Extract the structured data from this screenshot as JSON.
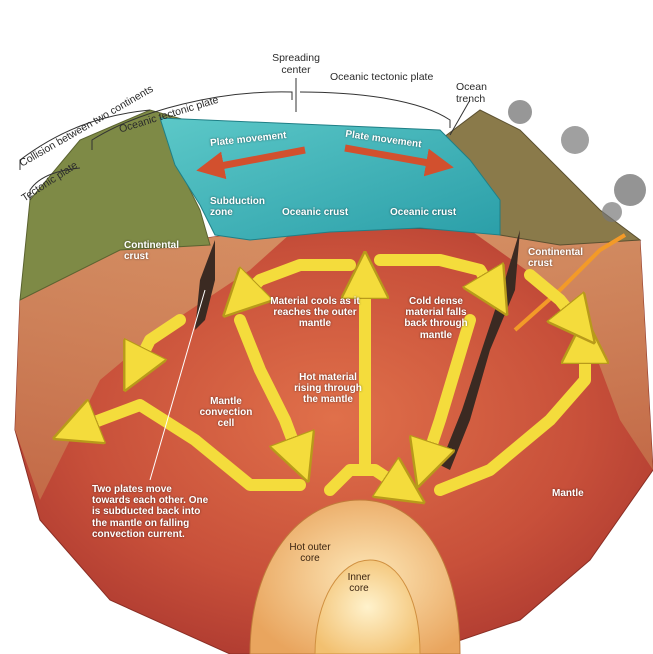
{
  "labels": {
    "spreading_center": "Spreading center",
    "oceanic_plate_left": "Oceanic tectonic plate",
    "oceanic_plate_right": "Oceanic tectonic plate",
    "ocean_trench": "Ocean trench",
    "collision": "Collision between two continents",
    "tectonic_plate": "Tectonic plate",
    "plate_movement_left": "Plate movement",
    "plate_movement_right": "Plate movement",
    "subduction_zone": "Subduction zone",
    "oceanic_crust_left": "Oceanic crust",
    "oceanic_crust_right": "Oceanic crust",
    "continental_crust_left": "Continental crust",
    "continental_crust_right": "Continental crust",
    "material_cools": "Material cools as it reaches the outer mantle",
    "cold_dense": "Cold dense material falls back through mantle",
    "hot_material": "Hot material rising through the mantle",
    "mantle_convection_cell": "Mantle convection cell",
    "two_plates": "Two plates move towards each other. One is subducted back into the mantle on falling convection current.",
    "mantle": "Mantle",
    "hot_outer_core": "Hot outer core",
    "inner_core": "Inner core"
  },
  "colors": {
    "ocean": "#3fb3b3",
    "mantle": "#c2503a",
    "arrow": "#f4dc3c",
    "plate_arrow": "#d2502e",
    "land": "#7d8a45"
  }
}
